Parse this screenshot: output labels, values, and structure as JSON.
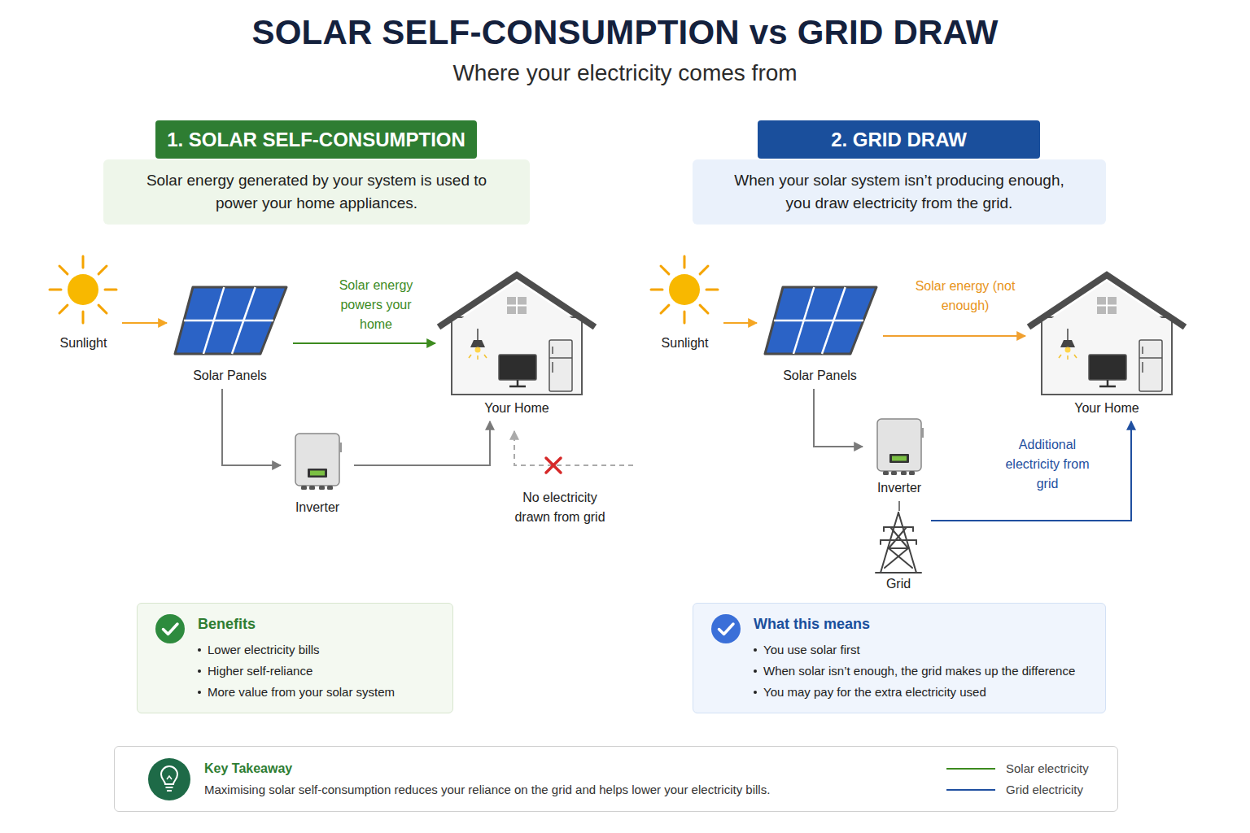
{
  "diagram": {
    "title": "SOLAR SELF-CONSUMPTION vs GRID DRAW",
    "nodes": [
      {
        "text": [
          "1. SOLAR SELF-CONSUMPTION"
        ]
      },
      {
        "text": [
          "Solar energy generated by your system is used to power your home appliances."
        ]
      },
      {
        "text": [
          "2. GRID DRAW"
        ]
      },
      {
        "text": [
          "When your solar system isn’t producing enough, you draw electricity from the grid."
        ]
      },
      {
        "text": [
          "Sunlight"
        ]
      },
      {
        "text": [
          "Solar Panels"
        ]
      },
      {
        "text": [
          "Your Home"
        ]
      },
      {
        "text": [
          "Inverter"
        ]
      },
      {
        "text": [
          "Sunlight"
        ]
      },
      {
        "text": [
          "Solar Panels"
        ]
      },
      {
        "text": [
          "Your Home"
        ]
      },
      {
        "text": [
          "Inverter"
        ]
      },
      {
        "text": [
          "Grid"
        ]
      },
      {
        "text": [
          "Benefits",
          "Lower electricity bills",
          "Higher self-reliance",
          "More value from your solar system"
        ]
      },
      {
        "text": [
          "What this means",
          "You use solar first",
          "When solar isn’t enough, the grid makes up the difference",
          "You may pay for the extra electricity used"
        ]
      },
      {
        "text": [
          "Key Takeaway",
          "Maximising solar self-consumption reduces your reliance on the grid and helps lower your electricity bills."
        ]
      }
    ],
    "edges": [
      {
        "from": 4,
        "to": 5,
        "arrow": "to"
      },
      {
        "from": 5,
        "to": 6,
        "label": "Solar energy powers your home",
        "arrow": "to"
      },
      {
        "from": 5,
        "to": 7,
        "arrow": "to"
      },
      {
        "from": 7,
        "to": 6,
        "arrow": "to"
      },
      {
        "from": 8,
        "to": 9,
        "arrow": "to"
      },
      {
        "from": 9,
        "to": 10,
        "label": "Solar energy (not enough)",
        "arrow": "to"
      },
      {
        "from": 9,
        "to": 11,
        "arrow": "to"
      },
      {
        "from": 11,
        "to": 12,
        "arrow": "none"
      },
      {
        "from": 12,
        "to": 10,
        "label": "Additional electricity from grid",
        "arrow": "to"
      }
    ],
    "labels": [
      "Where your electricity comes from",
      "No electricity drawn from grid"
    ],
    "legend": [
      {
        "text": "Solar electricity"
      },
      {
        "text": "Grid electricity"
      }
    ]
  }
}
